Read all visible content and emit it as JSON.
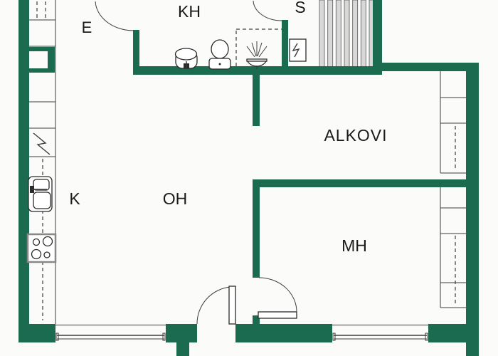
{
  "plan": {
    "type": "apartment-floor-plan",
    "rooms": {
      "e": {
        "label": "E"
      },
      "kh": {
        "label": "KH"
      },
      "s": {
        "label": "S"
      },
      "k": {
        "label": "K"
      },
      "oh": {
        "label": "OH"
      },
      "alkovi": {
        "label": "ALKOVI"
      },
      "mh": {
        "label": "MH"
      }
    },
    "symbols": {
      "washbasin": "washbasin-icon",
      "toilet": "toilet-icon",
      "shower": "shower-icon",
      "electrical_panel": "electrical-panel-icon",
      "kitchen_sink": "kitchen-sink-icon",
      "stove": "stove-icon",
      "appliance_lightning": "lightning-icon",
      "sauna_benches": "sauna-benches",
      "wardrobe": "wardrobe-shelves",
      "window": "window-symbol",
      "door_arc": "door-swing-arc"
    },
    "colors": {
      "wall": "#1A6B50",
      "wall_edge": "#8CC7B2",
      "line": "#3C3C3C",
      "background": "#FBFBFA",
      "bench_stripe": "#D8D8D8"
    }
  }
}
